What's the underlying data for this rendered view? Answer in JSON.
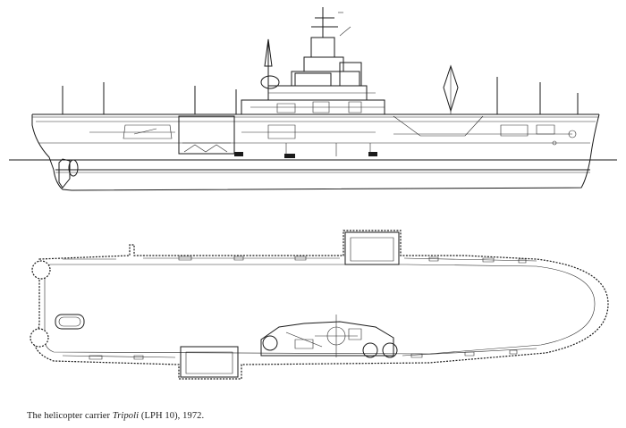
{
  "caption": {
    "prefix": "The helicopter carrier ",
    "ship_name": "Tripoli",
    "suffix": " (LPH 10), 1972."
  }
}
